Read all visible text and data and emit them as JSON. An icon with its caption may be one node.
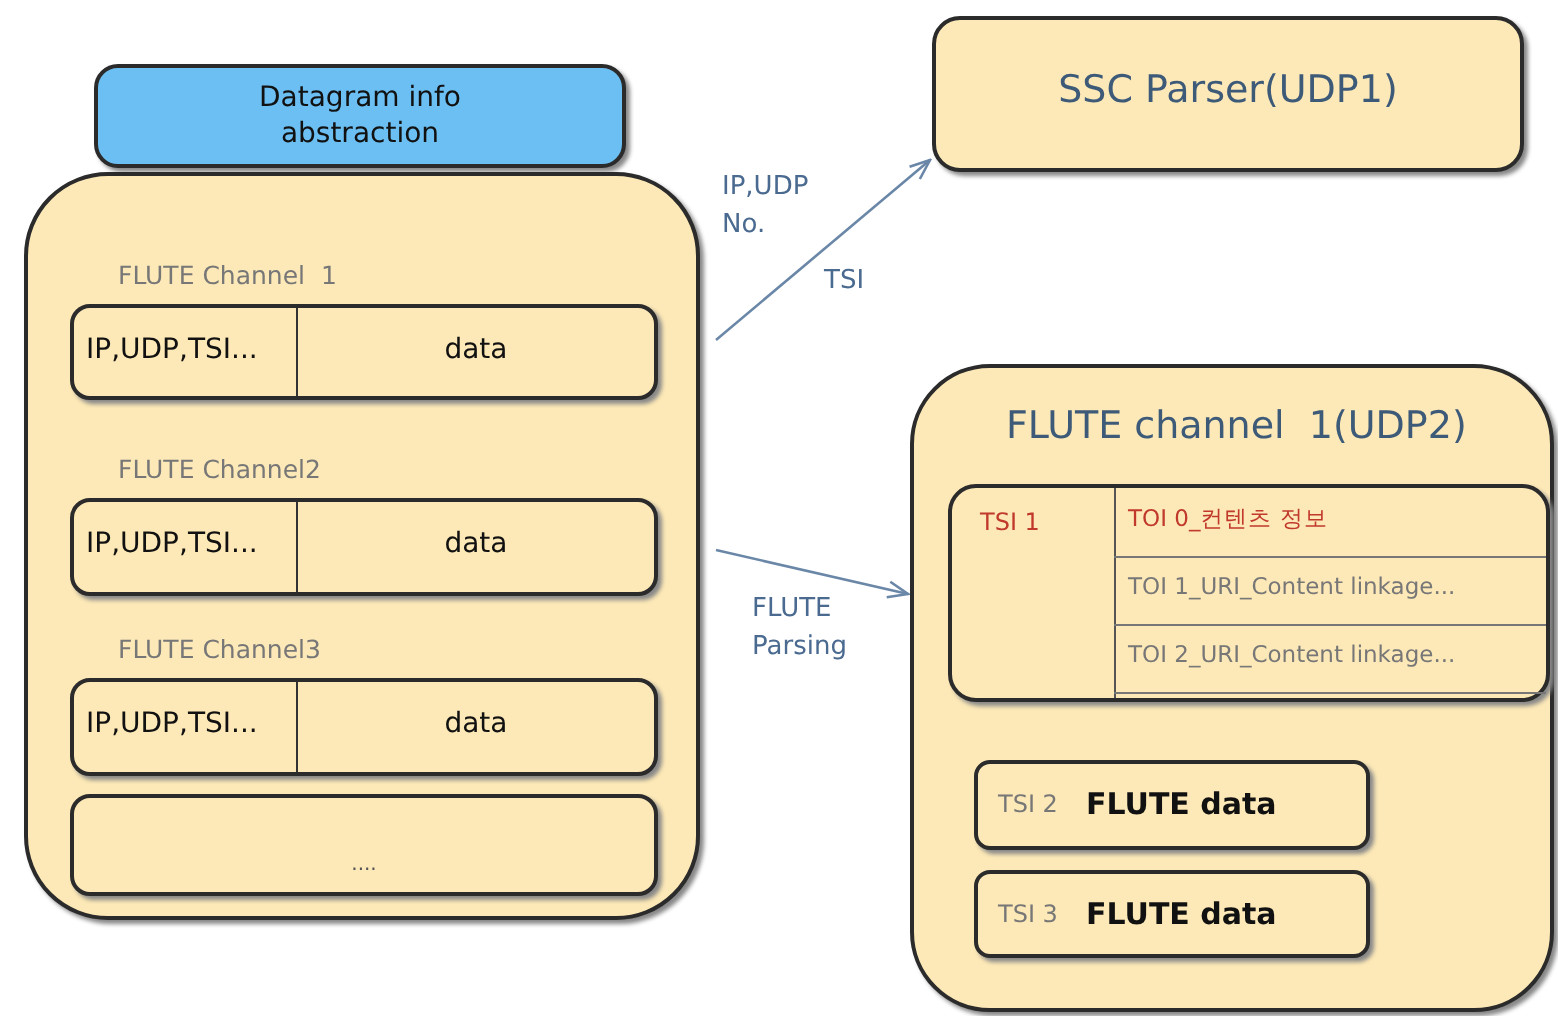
{
  "diagram": {
    "nodes": [
      {
        "text": [
          "Datagram info abstraction"
        ]
      },
      {
        "text": [],
        "shape": "box"
      },
      {
        "text": [
          "IP,UDP,TSI...",
          "data"
        ],
        "in": 1,
        "beside": [
          "FLUTE Channel  1"
        ]
      },
      {
        "text": [
          "IP,UDP,TSI...",
          "data"
        ],
        "in": 1,
        "beside": [
          "FLUTE Channel2"
        ]
      },
      {
        "text": [
          "IP,UDP,TSI...",
          "data"
        ],
        "in": 1,
        "beside": [
          "FLUTE Channel3"
        ]
      },
      {
        "text": [
          "...."
        ],
        "in": 1
      },
      {
        "text": [
          "SSC Parser(UDP1)"
        ]
      },
      {
        "text": [
          "FLUTE channel  1(UDP2)"
        ]
      },
      {
        "text": [
          "TSI 1",
          "TOI 0_컨텐츠 정보",
          "TOI 1_URI_Content linkage...",
          "TOI 2_URI_Content linkage..."
        ],
        "in": 7
      },
      {
        "text": [
          "TSI 2",
          "FLUTE data"
        ],
        "in": 7
      },
      {
        "text": [
          "TSI 3",
          "FLUTE data"
        ],
        "in": 7
      }
    ],
    "edges": [
      {
        "from": 1,
        "to": 6,
        "arrow": "to",
        "label": "IP,UDP No."
      },
      {
        "from": 1,
        "to": 7,
        "arrow": "to",
        "label": "FLUTE Parsing"
      }
    ],
    "labels": [
      "TSI"
    ]
  }
}
